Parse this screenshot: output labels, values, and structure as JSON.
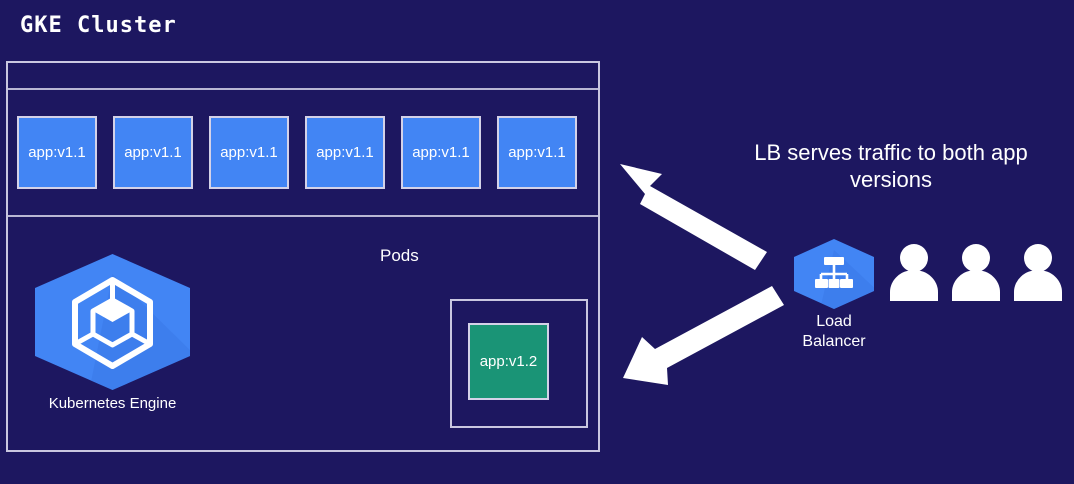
{
  "title": "GKE Cluster",
  "colors": {
    "background": "#1d1760",
    "pod_v11_fill": "#4285f4",
    "pod_v12_fill": "#1a9476",
    "border": "#c9c7e0",
    "hexagon_blue": "#4285f4",
    "hexagon_blue_dark": "#3367d6",
    "arrow_white": "#ffffff",
    "text_white": "#ffffff"
  },
  "cluster": {
    "pods_label": "Pods",
    "pods_v11": [
      {
        "label": "app:v1.1"
      },
      {
        "label": "app:v1.1"
      },
      {
        "label": "app:v1.1"
      },
      {
        "label": "app:v1.1"
      },
      {
        "label": "app:v1.1"
      },
      {
        "label": "app:v1.1"
      }
    ],
    "pod_v12": {
      "label": "app:v1.2"
    },
    "engine": {
      "label": "Kubernetes Engine",
      "icon": "kubernetes-engine-icon"
    }
  },
  "right_panel": {
    "caption_line1": "LB serves traffic to both app",
    "caption_line2": "versions",
    "load_balancer": {
      "label_line1": "Load",
      "label_line2": "Balancer",
      "icon": "load-balancer-icon"
    },
    "users": [
      {
        "icon": "user-icon"
      },
      {
        "icon": "user-icon"
      },
      {
        "icon": "user-icon"
      }
    ],
    "arrows": [
      {
        "name": "arrow-to-v11-pods",
        "direction": "up-left"
      },
      {
        "name": "arrow-to-v12-pod",
        "direction": "down-left"
      }
    ]
  }
}
